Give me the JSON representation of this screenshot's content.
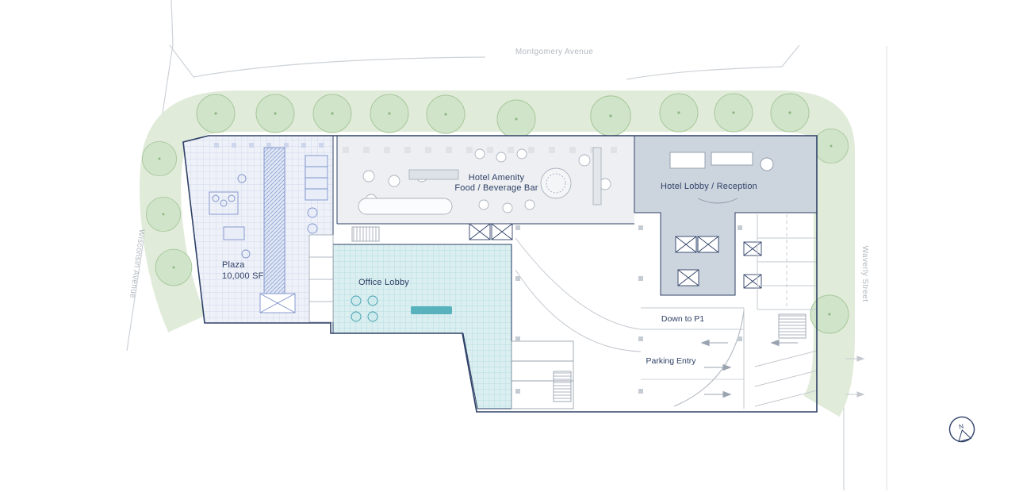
{
  "plan": {
    "streets": {
      "montgomery": "Montgomery Avenue",
      "wisconsin": "Wisconsin Avenue",
      "waverly": "Waverly Street"
    },
    "zones": {
      "hotel_amenity_line1": "Hotel Amenity",
      "hotel_amenity_line2": "Food / Beverage Bar",
      "hotel_lobby": "Hotel Lobby / Reception",
      "plaza_line1": "Plaza",
      "plaza_line2": "10,000 SF",
      "office_lobby": "Office Lobby"
    },
    "parking": {
      "down_to_p1": "Down to P1",
      "entry": "Parking Entry"
    },
    "compass_north": "N",
    "colors": {
      "outline_navy": "#2e4066",
      "green_band": "#e1ebd9",
      "tree_fill": "#cde3c5",
      "tree_stroke": "#a7c89c",
      "plaza_accent": "#7d92cc",
      "office_teal": "#9ed3d8",
      "hotel_gray": "#ccd4de",
      "amenity_gray": "#edeff2",
      "street_gray": "#c9ced3"
    }
  }
}
